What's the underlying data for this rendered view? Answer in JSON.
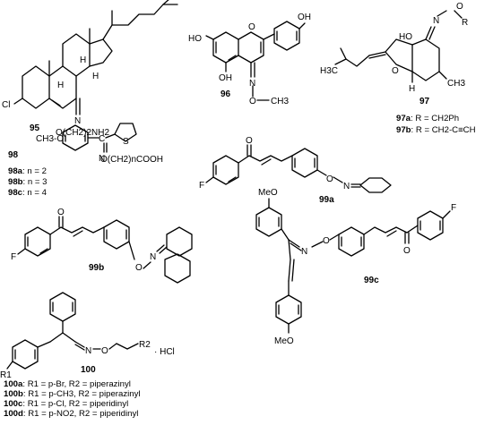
{
  "compounds": {
    "c95": {
      "number": "95",
      "atoms": {
        "cl": "Cl",
        "h1": "H",
        "h2": "H",
        "h3": "H",
        "n": "N",
        "sub": "O(CH2)2NH2"
      }
    },
    "c96": {
      "number": "96",
      "atoms": {
        "oh_top": "OH",
        "ho_left": "HO",
        "o_ring": "O",
        "oh_bottom": "OH",
        "n": "N",
        "sub": "O",
        "me": "CH3"
      }
    },
    "c97": {
      "number": "97",
      "atoms": {
        "o": "O",
        "r": "R",
        "n": "N",
        "ho": "HO",
        "h3c": "H3C",
        "h": "H",
        "ring_o": "O",
        "ch3": "CH3"
      }
    },
    "c98": {
      "number": "98",
      "atoms": {
        "meo": "CH3-O",
        "c": "C",
        "s": "S",
        "n": "N",
        "chain": "O(CH2)nCOOH"
      }
    },
    "c99a": {
      "number": "99a",
      "atoms": {
        "f": "F",
        "o1": "O",
        "o2": "O",
        "n": "N"
      }
    },
    "c99b": {
      "number": "99b",
      "atoms": {
        "f": "F",
        "o1": "O",
        "o2": "O",
        "n": "N"
      }
    },
    "c99c": {
      "number": "99c",
      "atoms": {
        "meo1": "MeO",
        "meo2": "MeO",
        "n": "N",
        "o1": "O",
        "o2": "O",
        "f": "F"
      }
    },
    "c100": {
      "number": "100",
      "atoms": {
        "r1": "R1",
        "n": "N",
        "o": "O",
        "r2": "R2",
        "hcl": "· HCl"
      }
    }
  },
  "legends": {
    "l97": [
      {
        "id": "97a",
        "text": "R = CH2Ph"
      },
      {
        "id": "97b",
        "text": "R = CH2-C≡CH"
      }
    ],
    "l98": [
      {
        "id": "98a",
        "text": "n = 2"
      },
      {
        "id": "98b",
        "text": "n = 3"
      },
      {
        "id": "98c",
        "text": "n = 4"
      }
    ],
    "l100": [
      {
        "id": "100a",
        "text": "R1 = p-Br, R2 = piperazinyl"
      },
      {
        "id": "100b",
        "text": "R1 = p-CH3, R2 = piperazinyl"
      },
      {
        "id": "100c",
        "text": "R1 = p-Cl, R2 = piperidinyl"
      },
      {
        "id": "100d",
        "text": "R1 = p-NO2, R2 = piperidinyl"
      }
    ]
  }
}
